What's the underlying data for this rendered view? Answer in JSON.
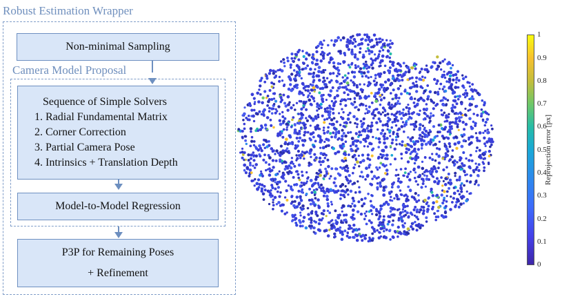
{
  "wrapper": {
    "title": "Robust Estimation Wrapper"
  },
  "sampling": {
    "label": "Non-minimal Sampling"
  },
  "camera_model": {
    "title": "Camera Model Proposal"
  },
  "solvers": {
    "heading": "Sequence of Simple Solvers",
    "steps": [
      "1. Radial Fundamental Matrix",
      "2. Corner Correction",
      "3. Partial Camera Pose",
      "4. Intrinsics + Translation Depth"
    ]
  },
  "regression": {
    "label": "Model-to-Model Regression"
  },
  "p3p": {
    "line1": "P3P for Remaining Poses",
    "line2": "+ Refinement"
  },
  "colorbar": {
    "label": "Reprojection error [px]",
    "ticks": [
      "0",
      "0.1",
      "0.2",
      "0.3",
      "0.4",
      "0.5",
      "0.6",
      "0.7",
      "0.8",
      "0.9",
      "1"
    ]
  },
  "colors": {
    "box_fill": "#d9e6f8",
    "box_border": "#6d8fc0",
    "dash": "#7e9cc8",
    "point_main": "#3a3fd9"
  }
}
